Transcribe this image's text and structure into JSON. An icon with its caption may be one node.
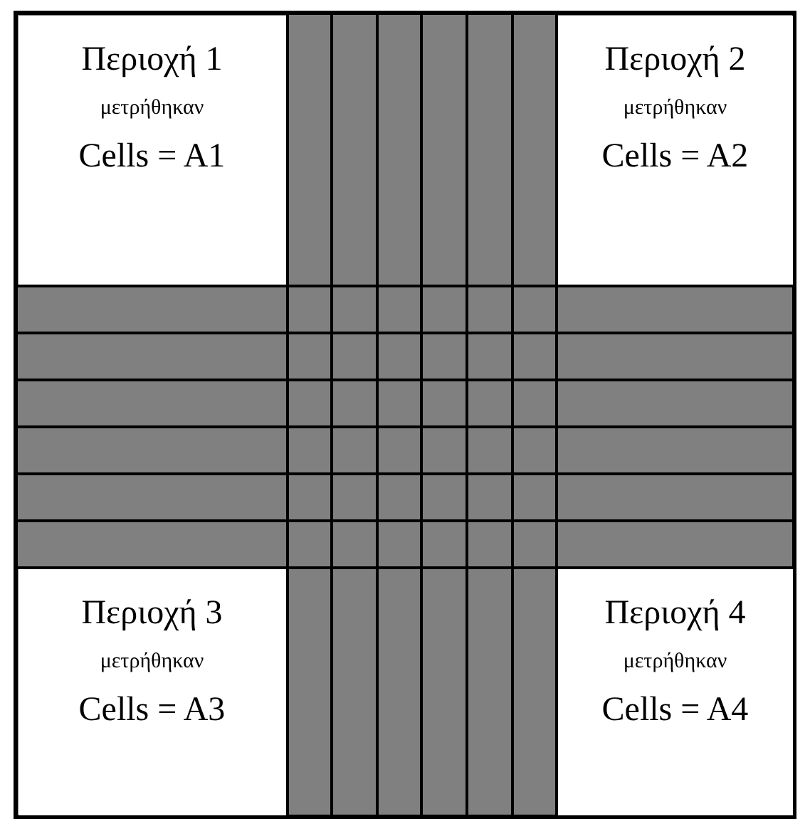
{
  "diagram": {
    "nodes": [
      {
        "text": [
          "Περιοχή 1",
          "μετρήθηκαν",
          "Cells = A1"
        ]
      },
      {
        "text": [
          "Περιοχή 2",
          "μετρήθηκαν",
          "Cells = A2"
        ]
      },
      {
        "text": [
          "Περιοχή 3",
          "μετρήθηκαν",
          "Cells = A3"
        ]
      },
      {
        "text": [
          "Περιοχή 4",
          "μετρήθηκαν",
          "Cells = A4"
        ]
      }
    ]
  }
}
